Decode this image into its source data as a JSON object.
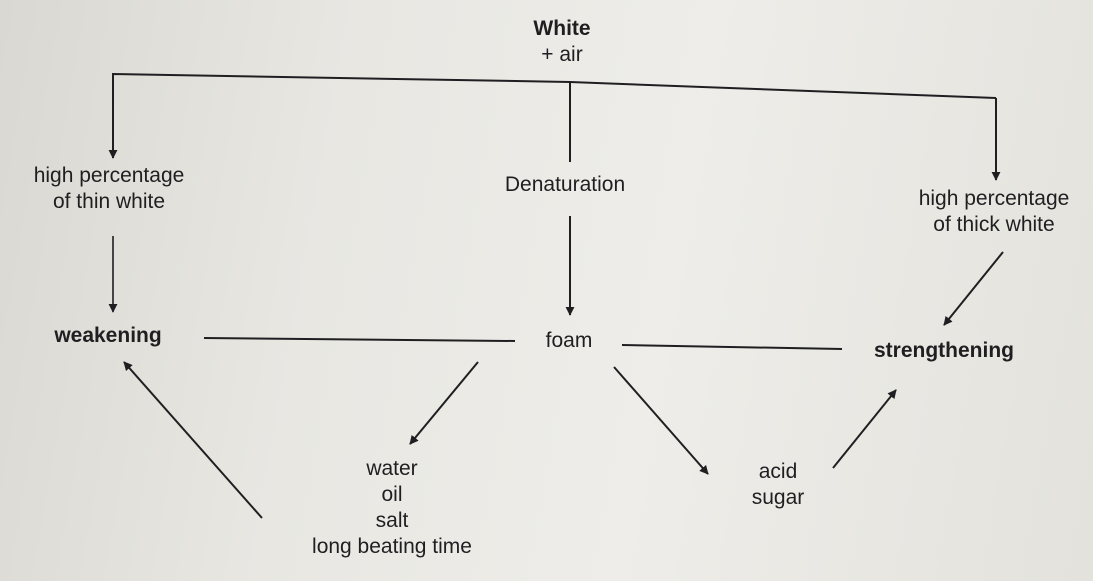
{
  "diagram": {
    "root": {
      "line1": "White",
      "line2": "+ air"
    },
    "thin_white": {
      "line1": "high percentage",
      "line2": "of thin white"
    },
    "denaturation": "Denaturation",
    "thick_white": {
      "line1": "high percentage",
      "line2": "of thick white"
    },
    "weakening": "weakening",
    "foam": "foam",
    "strengthening": "strengthening",
    "weakening_factors": [
      "water",
      "oil",
      "salt",
      "long beating time"
    ],
    "strengthening_factors": [
      "acid",
      "sugar"
    ]
  }
}
